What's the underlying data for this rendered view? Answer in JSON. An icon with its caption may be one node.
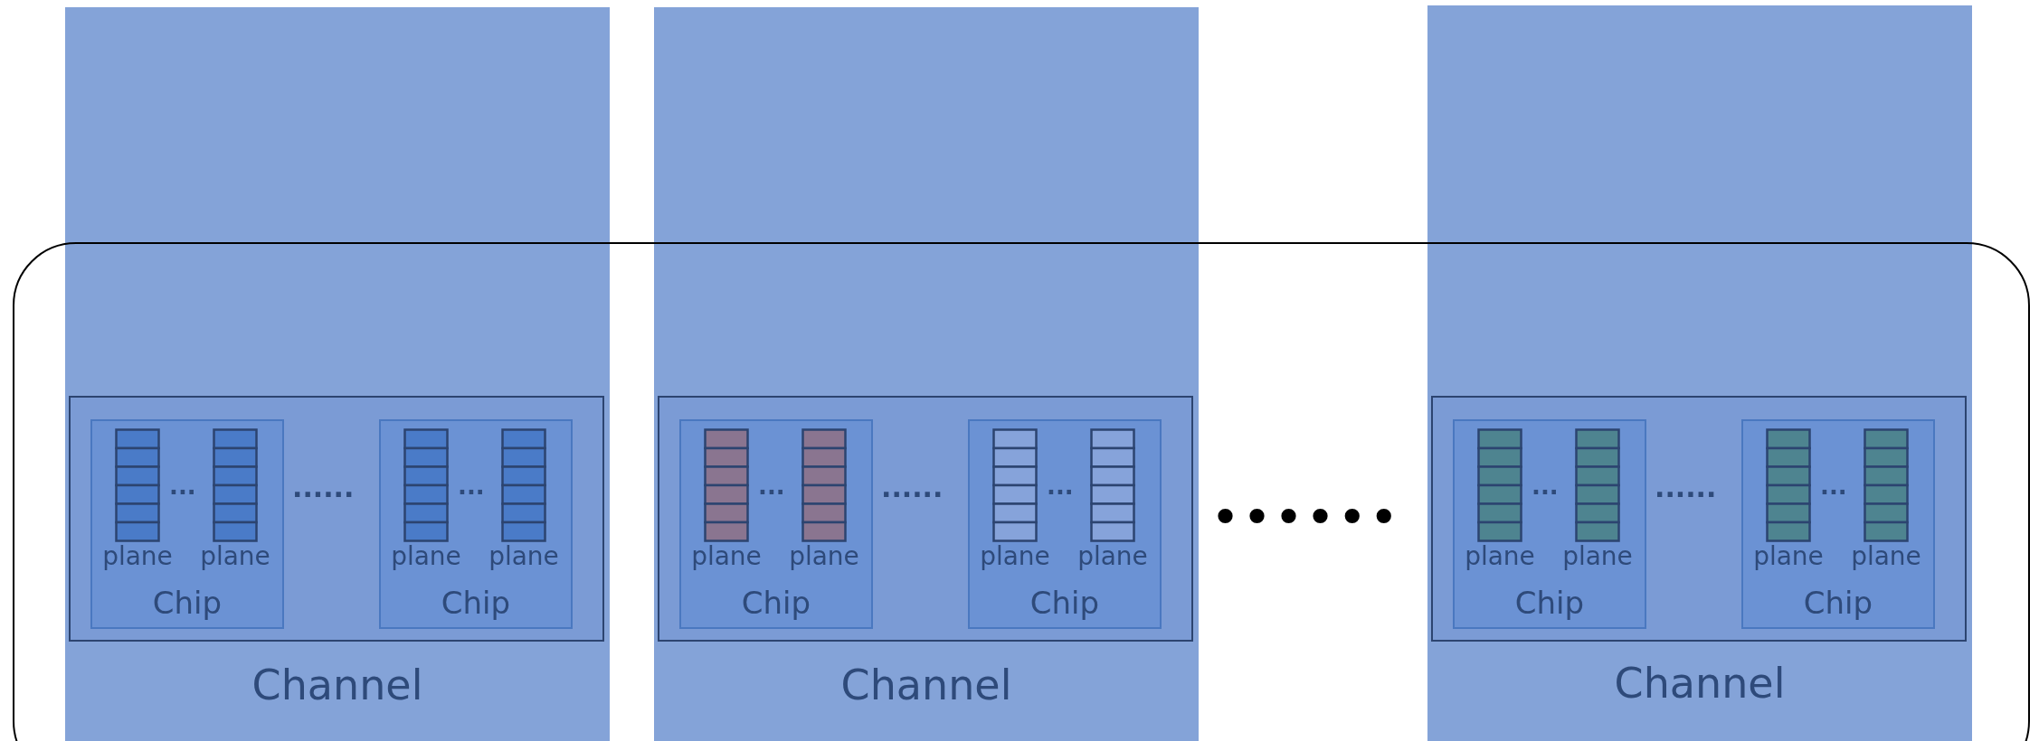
{
  "diagram": {
    "nodes": [
      {
        "text": [],
        "shape": "box"
      },
      {
        "text": [
          "Channel"
        ]
      },
      {
        "text": [],
        "shape": "box"
      },
      {
        "text": [
          "Chip"
        ],
        "in": 2
      },
      {
        "text": [
          "plane"
        ],
        "in": 3
      },
      {
        "text": [
          "plane"
        ],
        "in": 3
      },
      {
        "text": [
          "Chip"
        ],
        "in": 2
      },
      {
        "text": [
          "plane"
        ],
        "in": 6
      },
      {
        "text": [
          "plane"
        ],
        "in": 6
      },
      {
        "text": [
          "Channel"
        ]
      },
      {
        "text": [],
        "shape": "box"
      },
      {
        "text": [
          "Chip"
        ],
        "in": 10
      },
      {
        "text": [
          "plane"
        ],
        "in": 11
      },
      {
        "text": [
          "plane"
        ],
        "in": 11
      },
      {
        "text": [
          "Chip"
        ],
        "in": 10
      },
      {
        "text": [
          "plane"
        ],
        "in": 14
      },
      {
        "text": [
          "plane"
        ],
        "in": 14
      },
      {
        "text": [
          "Channel"
        ]
      },
      {
        "text": [],
        "shape": "box"
      },
      {
        "text": [
          "Chip"
        ],
        "in": 18
      },
      {
        "text": [
          "plane"
        ],
        "in": 19
      },
      {
        "text": [
          "plane"
        ],
        "in": 19
      },
      {
        "text": [
          "Chip"
        ],
        "in": 18
      },
      {
        "text": [
          "plane"
        ],
        "in": 22
      },
      {
        "text": [
          "plane"
        ],
        "in": 22
      }
    ],
    "edges": [],
    "labels": [
      "...",
      "......",
      "...",
      "...",
      "......",
      "...",
      "••••••",
      "...",
      "......",
      "..."
    ]
  }
}
